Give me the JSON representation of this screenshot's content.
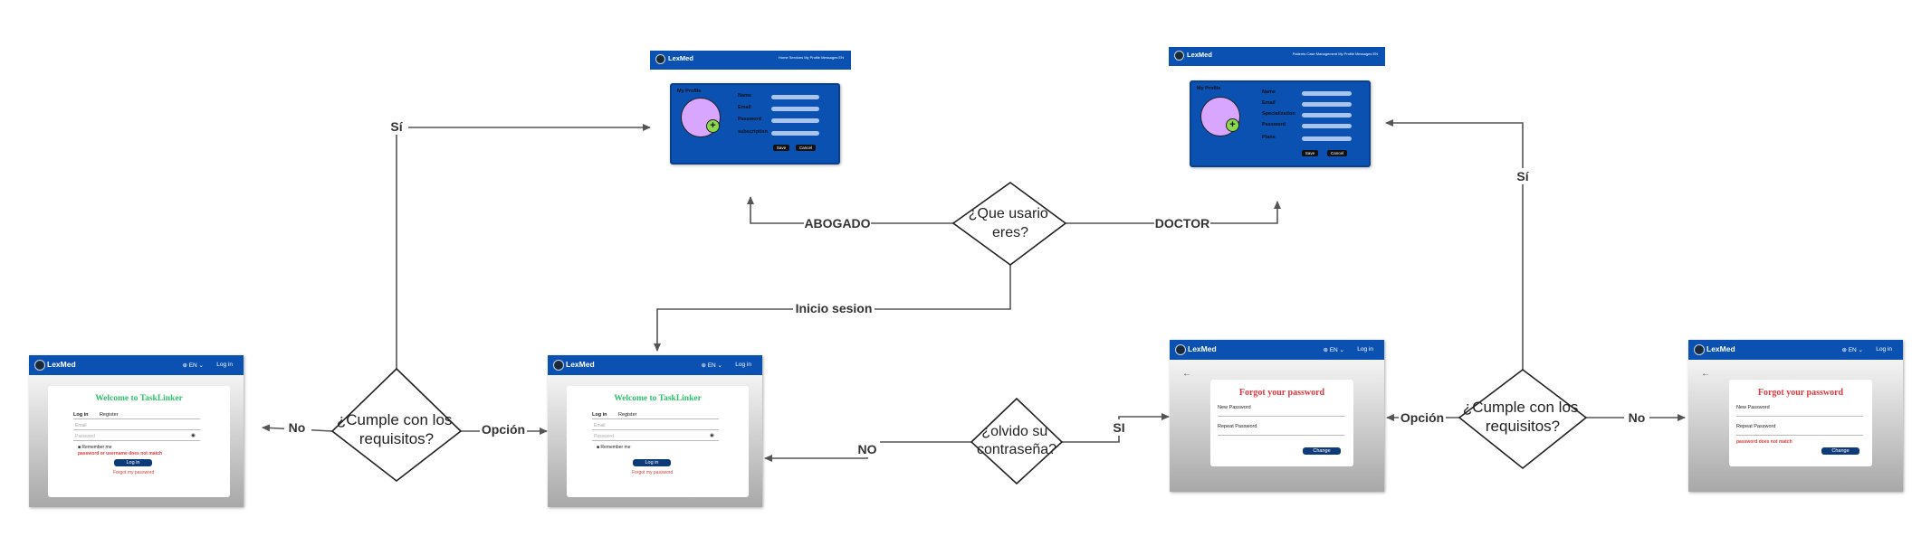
{
  "diagram": {
    "decisions": {
      "left_requirements": "¿Cumple con los requisitos?",
      "forgot_password": "¿olvido su contraseña?",
      "user_type": "¿Que usario eres?",
      "right_requirements": "¿Cumple con los requisitos?"
    },
    "edges": {
      "left_yes": "Sí",
      "left_no": "No",
      "left_option": "Opción",
      "login": "Inicio sesion",
      "lawyer": "ABOGADO",
      "doctor": "DOCTOR",
      "forgot_no": "NO",
      "forgot_yes": "SI",
      "right_yes": "Sí",
      "right_option": "Opción",
      "right_no": "No"
    },
    "line_color": "#555555"
  },
  "app": {
    "brand": "LexMed",
    "lang": "EN",
    "login_label": "Log in",
    "bar_color": "#0a51b2"
  },
  "login_screen": {
    "title": "Welcome to TaskLinker",
    "tab_login": "Log in",
    "tab_register": "Register",
    "email_placeholder": "Email",
    "password_placeholder": "Password",
    "remember": "Remember me",
    "error": "password or username does not match",
    "button": "Log in",
    "forgot": "Forgot my password"
  },
  "forgot_screen": {
    "back": "←",
    "title": "Forgot your password",
    "new_password": "New Password",
    "repeat_password": "Repeat Password",
    "error": "password does not match",
    "button": "Change"
  },
  "lawyer_profile": {
    "nav": "Home  Services  My Profile  Messages  EN",
    "title": "My Profile",
    "fields": [
      "Name",
      "Email",
      "Password",
      "subscription"
    ],
    "save": "Save",
    "cancel": "Cancel"
  },
  "doctor_profile": {
    "nav": "Patients  Case Management  My Profile  Messages  EN",
    "title": "My Profile",
    "fields": [
      "Name",
      "Email",
      "Specialization",
      "Password",
      "Plans"
    ],
    "save": "Save",
    "cancel": "Cancel"
  }
}
